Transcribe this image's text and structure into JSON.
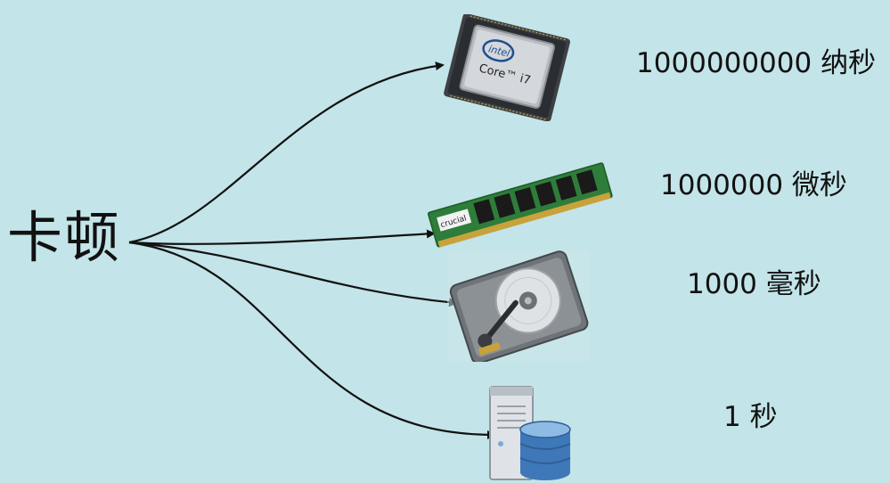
{
  "source": {
    "label": "卡顿"
  },
  "tiers": [
    {
      "label": "1000000000 纳秒",
      "icon": "cpu-chip-icon",
      "chip_brand": "intel",
      "chip_model": "Core™ i7"
    },
    {
      "label": "1000000 微秒",
      "icon": "ram-stick-icon",
      "ram_brand": "crucial"
    },
    {
      "label": "1000 毫秒",
      "icon": "hard-disk-icon"
    },
    {
      "label": "1 秒",
      "icon": "server-database-icon"
    }
  ],
  "colors": {
    "background": "#c3e4e8",
    "arrow": "#111111",
    "text": "#111111",
    "ram_pcb": "#2e7d3a",
    "database": "#3f78b8"
  }
}
